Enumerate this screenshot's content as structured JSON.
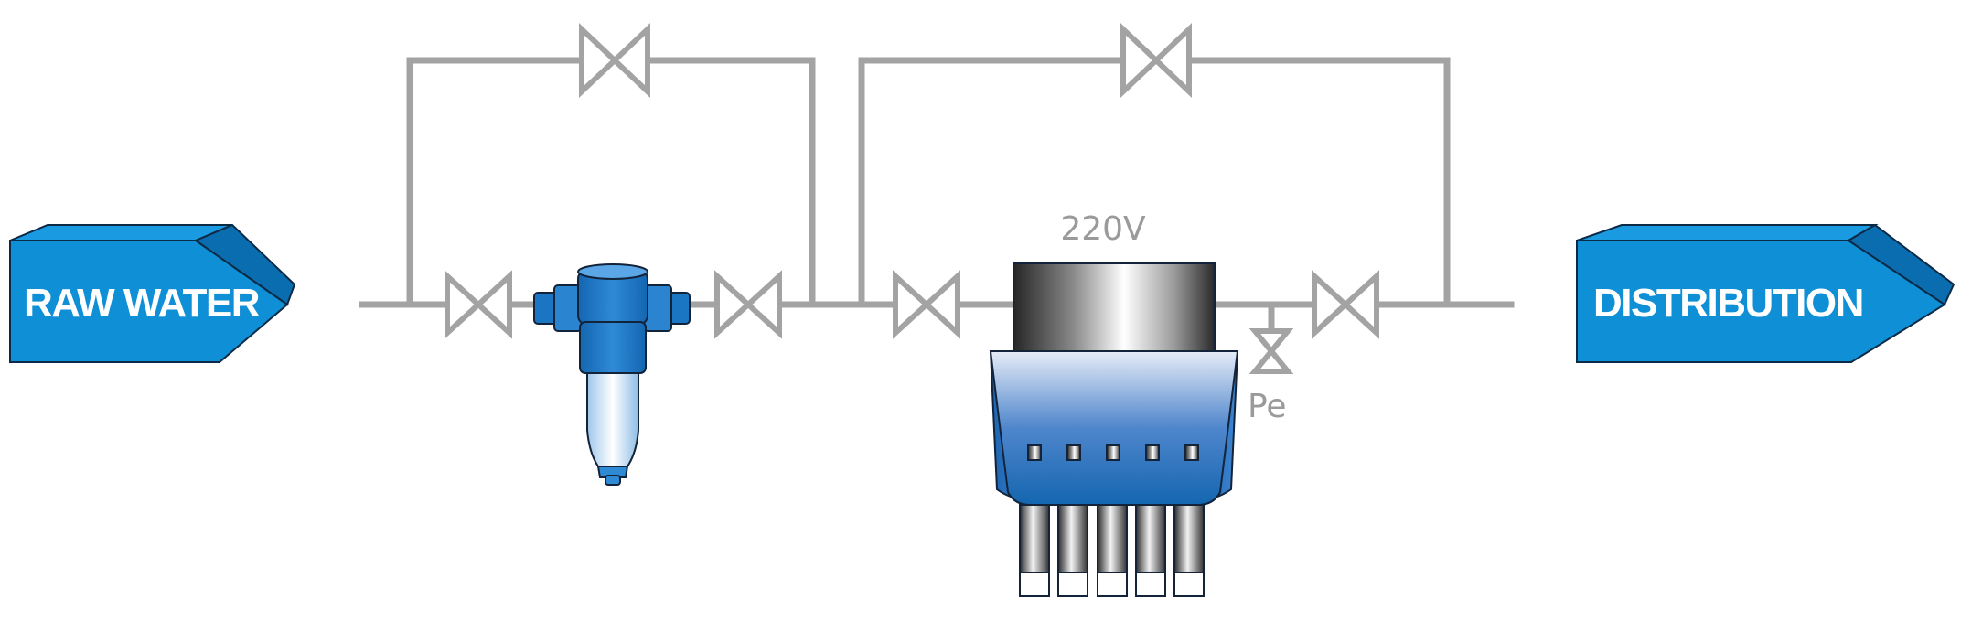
{
  "inlet": {
    "label": "RAW WATER"
  },
  "outlet": {
    "label": "DISTRIBUTION"
  },
  "treatment_unit": {
    "voltage_label": "220V"
  },
  "pressure_gauge": {
    "label": "Pe"
  },
  "colors": {
    "pipe": "#a3a3a3",
    "equipment_blue": "#1a82cc",
    "arrow_blue": "#0f8fd6",
    "label_gray": "#9a9a9a"
  }
}
